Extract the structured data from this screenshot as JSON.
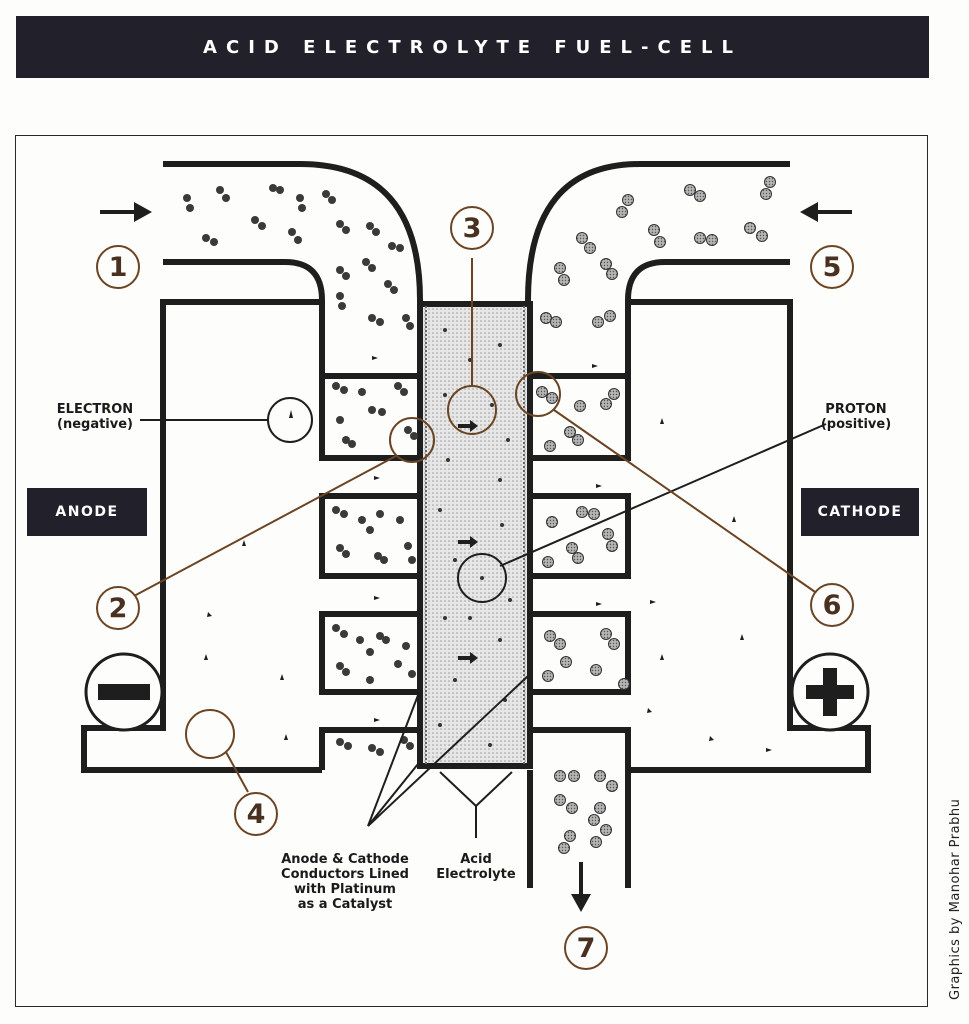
{
  "title": "ACID ELECTROLYTE FUEL-CELL",
  "labels": {
    "anode": "ANODE",
    "cathode": "CATHODE",
    "electron_line1": "ELECTRON",
    "electron_line2": "(negative)",
    "proton_line1": "PROTON",
    "proton_line2": "(positive)",
    "conductors_line1": "Anode & Cathode",
    "conductors_line2": "Conductors Lined",
    "conductors_line3": "with Platinum",
    "conductors_line4": "as a Catalyst",
    "acid_line1": "Acid",
    "acid_line2": "Electrolyte"
  },
  "numbers": {
    "n1": "1",
    "n2": "2",
    "n3": "3",
    "n4": "4",
    "n5": "5",
    "n6": "6",
    "n7": "7"
  },
  "symbols": {
    "negative": "minus-sign-icon",
    "positive": "plus-sign-icon"
  },
  "credit": "Graphics by Manohar Prabhu",
  "colors": {
    "dark": "#22202b",
    "callout": "#6b4423",
    "line": "#1e1e1e",
    "hydrogen": "#3a3a3a",
    "oxygen": "#8a8a8a",
    "electrolyte": "#d8d8d8"
  }
}
